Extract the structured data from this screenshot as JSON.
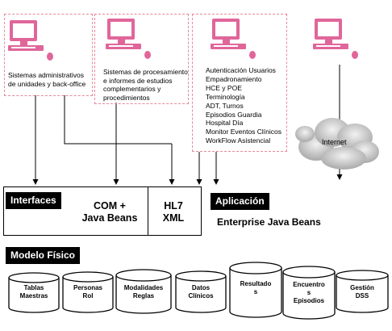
{
  "clients": [
    {
      "label": "Sistemas administrativos de unidades y back-office"
    },
    {
      "label": "Sistemas de procesamiento e informes de estudios complementarios y procedimientos"
    },
    {
      "items": [
        "Autenticación Usuarios",
        "Empadronamiento",
        "HCE y POE",
        "Terminología",
        "ADT, Turnos",
        "Episodios Guardia",
        "Hospital Día",
        "Monitor Eventos Clínicos",
        "WorkFlow Asistencial"
      ]
    }
  ],
  "internet": {
    "label": "Internet"
  },
  "interfaces": {
    "label": "Interfaces",
    "com_line1": "COM +",
    "com_line2": "Java Beans",
    "hl7_line1": "HL7",
    "hl7_line2": "XML"
  },
  "application": {
    "label": "Aplicación",
    "subtitle": "Enterprise Java Beans"
  },
  "physical_model": {
    "label": "Modelo Físico",
    "databases": [
      {
        "line1": "Tablas",
        "line2": "Maestras"
      },
      {
        "line1": "Personas",
        "line2": "Rol"
      },
      {
        "line1": "Modalidades",
        "line2": "Reglas"
      },
      {
        "line1": "Datos",
        "line2": "Clínicos"
      },
      {
        "line1": "Resultado",
        "line2": "s"
      },
      {
        "line1": "Encuentro",
        "line2": "s",
        "line3": "Episodios"
      },
      {
        "line1": "Gestión",
        "line2": "DSS"
      }
    ]
  },
  "colors": {
    "computer": "#e0669a",
    "dashed_border": "#e6899c",
    "label_bg": "#000000",
    "cloud": "#b8b8b8"
  },
  "icons": [
    "computer-icon",
    "cloud-icon",
    "database-icon"
  ]
}
